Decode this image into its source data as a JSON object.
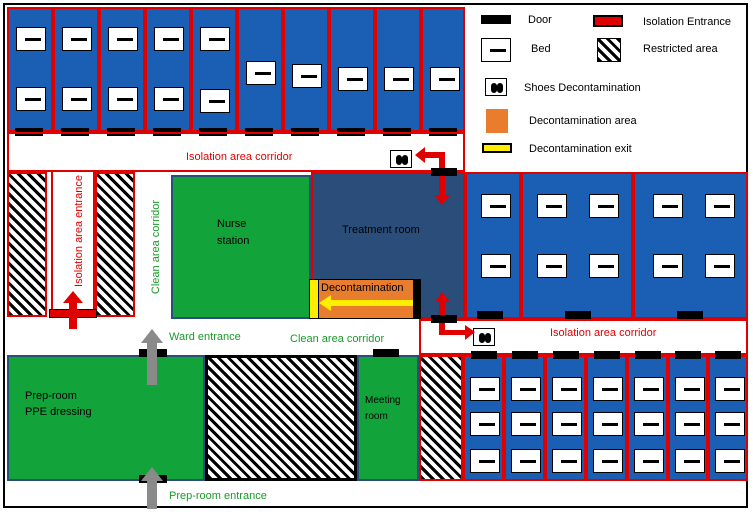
{
  "legend": {
    "door": "Door",
    "bed": "Bed",
    "isolation_entrance": "Isolation Entrance",
    "restricted_area": "Restricted area",
    "shoes_decontamination": "Shoes Decontamination",
    "decontamination_area": "Decontamination area",
    "decontamination_exit": "Decontamination exit"
  },
  "labels": {
    "isolation_corridor_top": "Isolation area corridor",
    "isolation_corridor_right": "Isolation area corridor",
    "isolation_entrance": "Isolation area entrance",
    "clean_corridor_vertical": "Clean area corridor",
    "clean_corridor_horizontal": "Clean area corridor",
    "nurse_station_1": "Nurse",
    "nurse_station_2": "station",
    "treatment_room": "Treatment room",
    "decontamination": "Decontamination",
    "ward_entrance": "Ward entrance",
    "prep_room_1": "Prep-room",
    "prep_room_2": "PPE dressing",
    "meeting_room_1": "Meeting",
    "meeting_room_2": "room",
    "prep_room_entrance": "Prep-room entrance"
  },
  "colors": {
    "room_blue": "#1a5fb4",
    "treatment_blue": "#2a4d7a",
    "green": "#12a43a",
    "red": "#e10000",
    "orange": "#e87d2e",
    "yellow": "#ffee00"
  }
}
